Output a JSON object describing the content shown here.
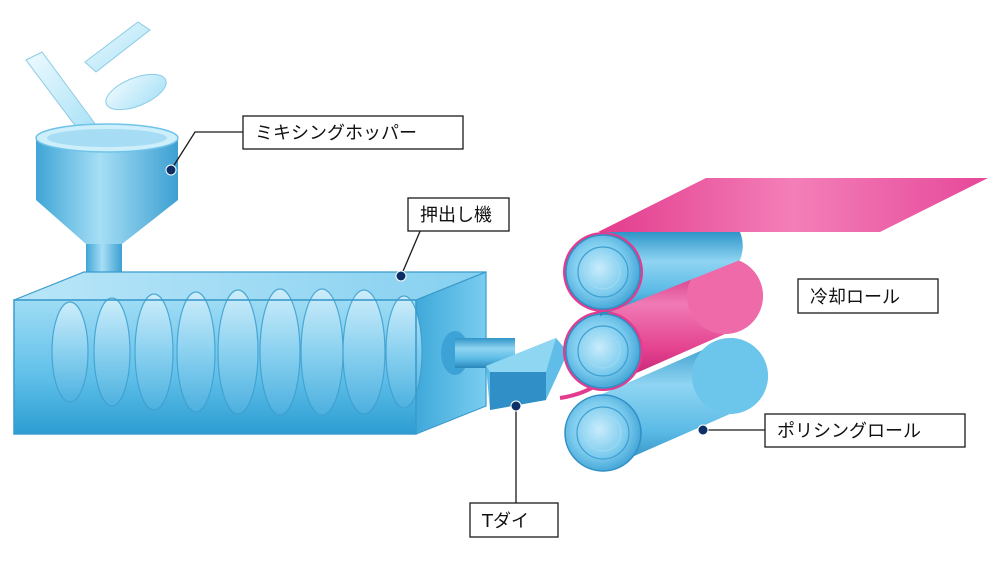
{
  "labels": {
    "mixing_hopper": "ミキシングホッパー",
    "extruder": "押出し機",
    "cooling_roll": "冷却ロール",
    "polishing_roll": "ポリシングロール",
    "t_die": "Tダイ"
  },
  "colors": {
    "machine_blue": "#5cc4ee",
    "machine_dark": "#1f8cc2",
    "sheet_pink": "#e43a8e",
    "dot": "#0b2f66"
  }
}
